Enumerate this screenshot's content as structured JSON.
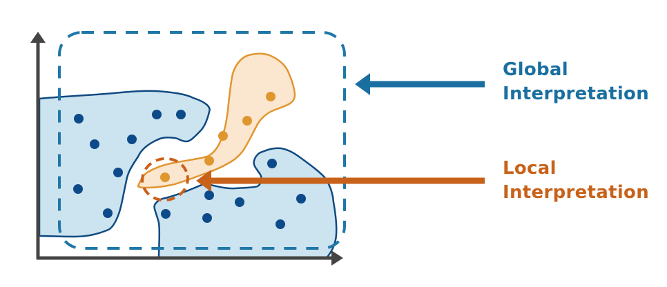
{
  "labels": {
    "global": [
      "Global",
      "Interpretation"
    ],
    "local": [
      "Local",
      "Interpretation"
    ]
  },
  "colors": {
    "axis": "#444444",
    "blue_fill": "#cce3f0",
    "blue_stroke": "#0f4a80",
    "blue_dot": "#0d4a8a",
    "orange_fill": "#fbe6d0",
    "orange_stroke": "#e0962f",
    "orange_dot": "#e0962f",
    "global_accent": "#1a6fa0",
    "local_accent": "#c8621a"
  }
}
